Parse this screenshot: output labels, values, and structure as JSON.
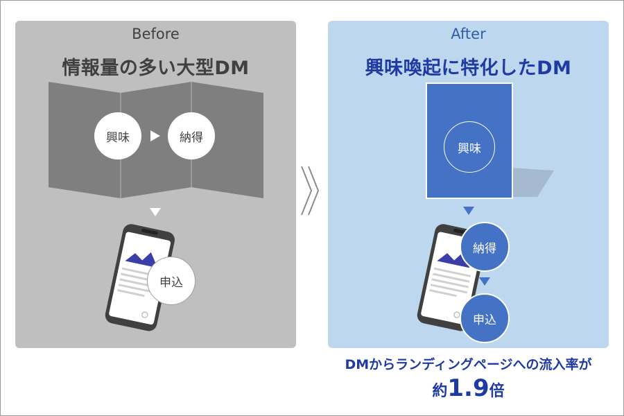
{
  "before": {
    "label": "Before",
    "heading": "情報量の多い大型DM",
    "circle_interest": "興味",
    "circle_convinced": "納得",
    "circle_apply": "申込"
  },
  "after": {
    "label": "After",
    "heading": "興味喚起に特化したDM",
    "circle_interest": "興味",
    "circle_convinced": "納得",
    "circle_apply": "申込"
  },
  "result": {
    "line1": "DMからランディングページへの流入率が",
    "prefix": "約",
    "value": "1.9",
    "suffix": "倍"
  },
  "colors": {
    "before_panel": "#bfbfbf",
    "after_panel": "#bdd7ee",
    "dm_gray": "#7f7f7f",
    "accent_blue": "#4472c4",
    "heading_blue": "#1f3aa3"
  }
}
